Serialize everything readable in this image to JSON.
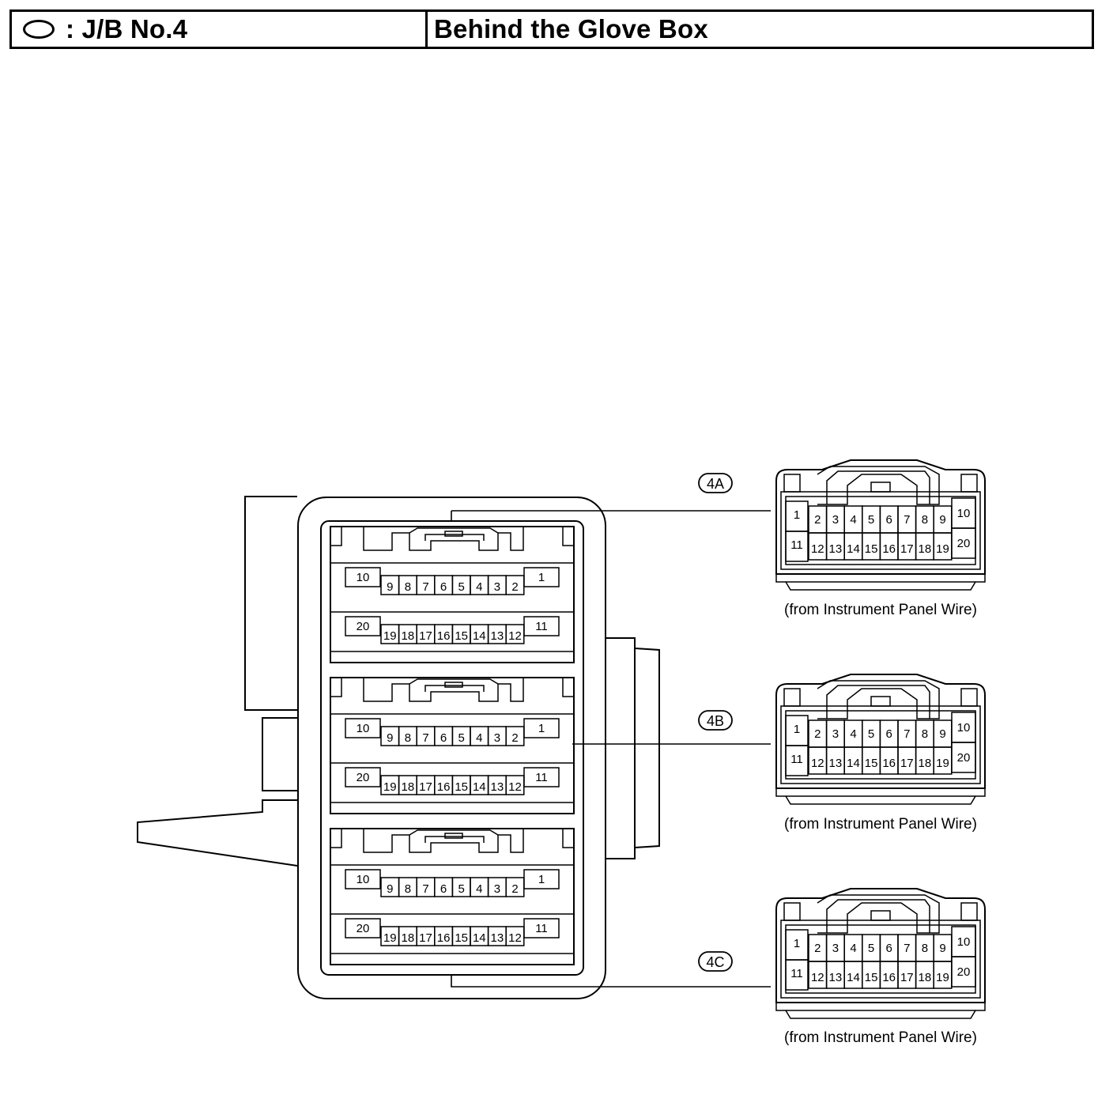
{
  "header": {
    "symbol_icon": "oval-icon",
    "jb_label": ": J/B No.4",
    "location": "Behind the Glove Box"
  },
  "connectors": [
    {
      "id": "4A",
      "note": "(from Instrument Panel Wire)"
    },
    {
      "id": "4B",
      "note": "(from Instrument Panel Wire)"
    },
    {
      "id": "4C",
      "note": "(from Instrument Panel Wire)"
    }
  ],
  "jb_pins": {
    "top_row": [
      "10",
      "9",
      "8",
      "7",
      "6",
      "5",
      "4",
      "3",
      "2",
      "1"
    ],
    "bottom_row": [
      "20",
      "19",
      "18",
      "17",
      "16",
      "15",
      "14",
      "13",
      "12",
      "11"
    ]
  },
  "conn_pins": {
    "top_row": [
      "1",
      "2",
      "3",
      "4",
      "5",
      "6",
      "7",
      "8",
      "9",
      "10"
    ],
    "bottom_row": [
      "11",
      "12",
      "13",
      "14",
      "15",
      "16",
      "17",
      "18",
      "19",
      "20"
    ]
  }
}
